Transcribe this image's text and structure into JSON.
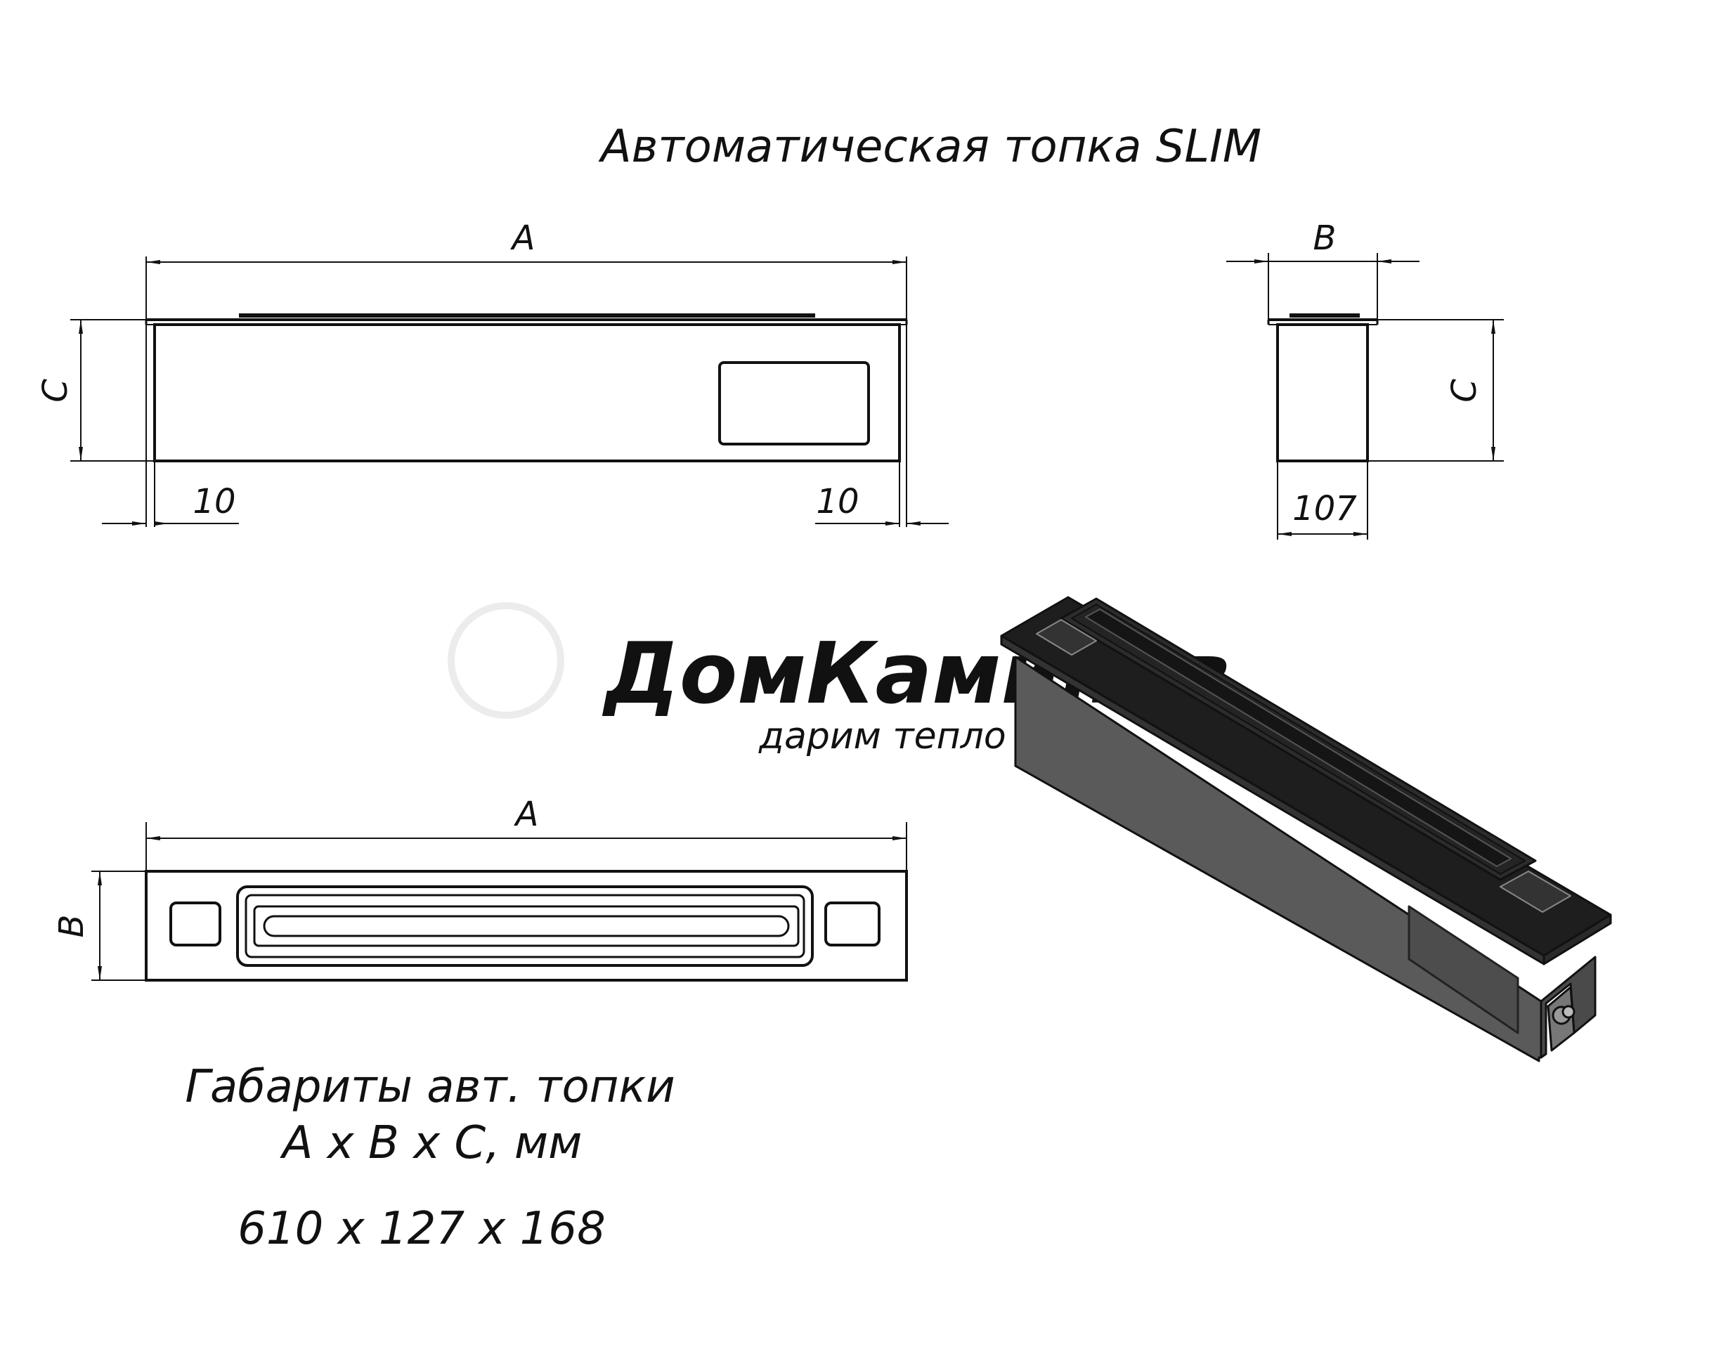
{
  "title": "Автоматическая топка SLIM",
  "front_view": {
    "label_length": "A",
    "label_height": "C",
    "offset_left": "10",
    "offset_right": "10"
  },
  "side_view": {
    "label_width": "B",
    "label_height": "C",
    "inner_width": "107"
  },
  "top_view": {
    "label_length": "A",
    "label_width": "B"
  },
  "watermark": {
    "brand": "ДомКаминов",
    "tagline": "дарим тепло"
  },
  "spec": {
    "line1": "Габариты авт. топки",
    "line2": "A x B x C, мм",
    "values": "610 x 127 x 168"
  },
  "colors": {
    "line": "#111111",
    "body_dark": "#5a5a5a",
    "body_top": "#2a2a2a",
    "watermark": "#ececec"
  }
}
